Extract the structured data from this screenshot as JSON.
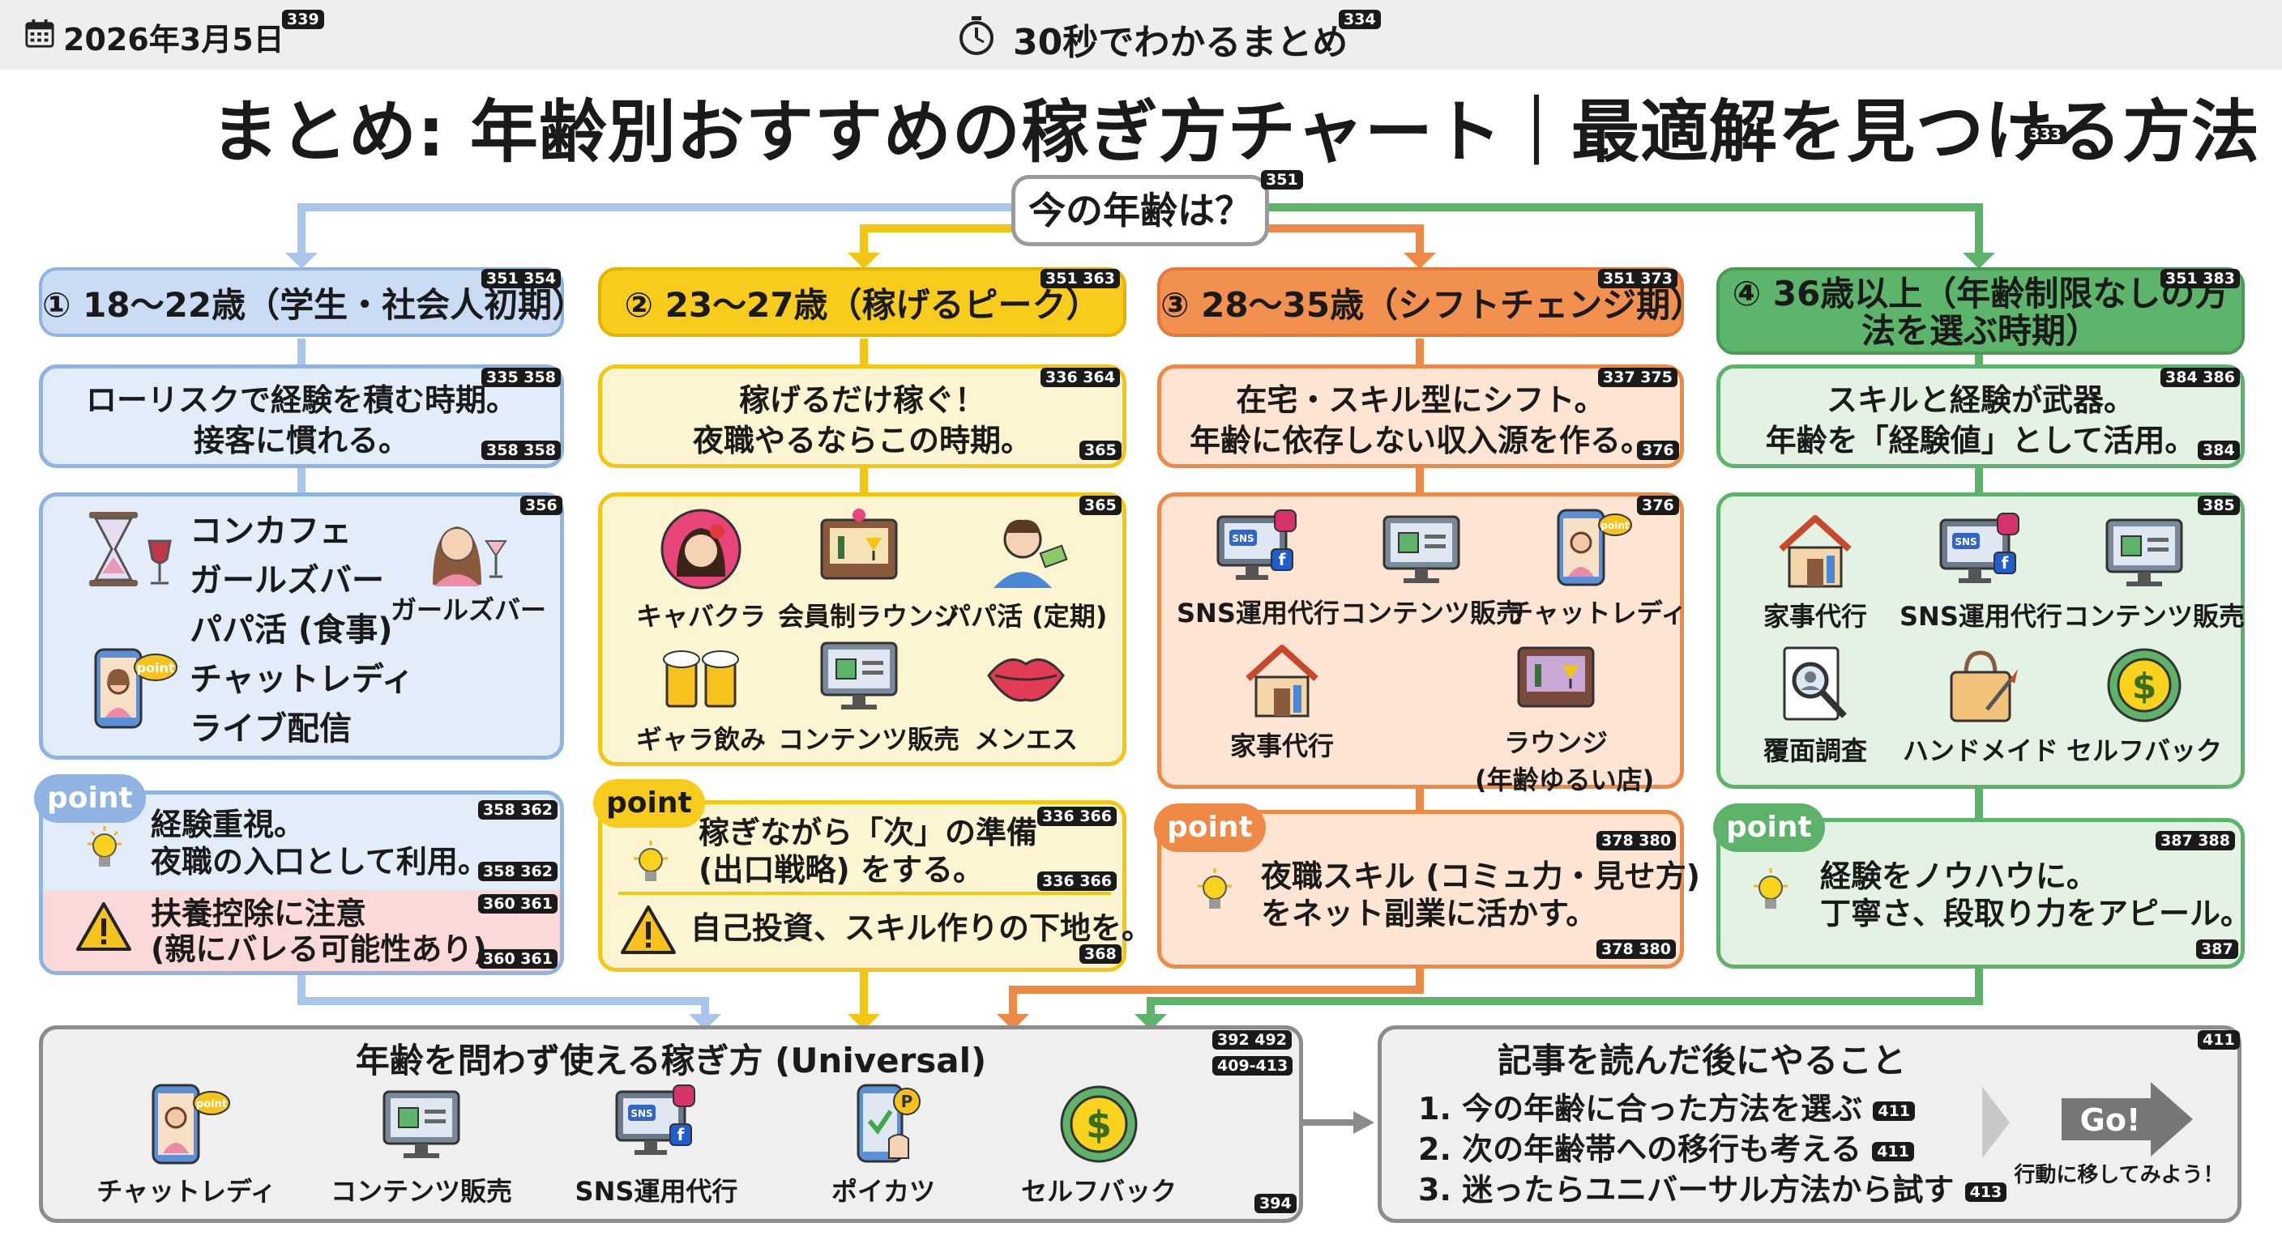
{
  "header": {
    "date": "2026年3月5日",
    "date_badge": "339",
    "subtitle": "30秒でわかるまとめ",
    "subtitle_badge": "334",
    "title": "まとめ: 年齢別おすすめの稼ぎ方チャート｜最適解を見つける方法",
    "title_badge": "333"
  },
  "question": {
    "label": "今の年齢は？",
    "badge": "351"
  },
  "columns": [
    {
      "heading": "① 18〜22歳（学生・社会人初期）",
      "heading_badges": "351 354",
      "desc_line1": "ローリスクで経験を積む時期。",
      "desc_line2": "接客に慣れる。",
      "desc_badge_top": "335 358",
      "desc_badge_bottom": "358 358",
      "items_badge": "356",
      "list": [
        "コンカフェ",
        "ガールズバー",
        "パパ活 (食事)",
        "チャットレディ",
        "ライブ配信"
      ],
      "side_label": "ガールズバー",
      "point_label": "point",
      "point_line1": "経験重視。",
      "point_line2": "夜職の入口として利用。",
      "point_badge_top": "358 362",
      "point_badge_mid": "358 362",
      "warn_line1": "扶養控除に注意",
      "warn_line2": "(親にバレる可能性あり)",
      "warn_badge_top": "360 361",
      "warn_badge_bottom": "360 361"
    },
    {
      "heading": "② 23〜27歳（稼げるピーク）",
      "heading_badges": "351 363",
      "desc_line1": "稼げるだけ稼ぐ！",
      "desc_line2": "夜職やるならこの時期。",
      "desc_badge_top": "336 364",
      "desc_badge_bottom": "365",
      "items_badge": "365",
      "items": [
        "キャバクラ",
        "会員制ラウンジ",
        "パパ活 (定期)",
        "ギャラ飲み",
        "コンテンツ販売",
        "メンエス"
      ],
      "point_label": "point",
      "point_line1": "稼ぎながら「次」の準備",
      "point_line2": "(出口戦略) をする。",
      "point_badge_top": "336 366",
      "point_badge_mid": "336 366",
      "warn_line1": "自己投資、スキル作りの下地を。",
      "warn_badge": "368"
    },
    {
      "heading": "③ 28〜35歳（シフトチェンジ期）",
      "heading_badges": "351 373",
      "desc_line1": "在宅・スキル型にシフト。",
      "desc_line2": "年齢に依存しない収入源を作る。",
      "desc_badge_top": "337 375",
      "desc_badge_bottom": "376",
      "items_badge": "376",
      "items": [
        "SNS運用代行",
        "コンテンツ販売",
        "チャットレディ",
        "家事代行",
        "ラウンジ",
        "(年齢ゆるい店)"
      ],
      "point_label": "point",
      "point_line1": "夜職スキル (コミュ力・見せ方)",
      "point_line2": "をネット副業に活かす。",
      "point_badge_top": "378 380",
      "point_badge_bottom": "378 380"
    },
    {
      "heading_line1": "④ 36歳以上（年齢制限なしの方",
      "heading_line2": "法を選ぶ時期）",
      "heading_badges": "351 383",
      "desc_line1": "スキルと経験が武器。",
      "desc_line2": "年齢を「経験値」として活用。",
      "desc_badge_top": "384 386",
      "desc_badge_bottom": "384",
      "items_badge": "385",
      "items": [
        "家事代行",
        "SNS運用代行",
        "コンテンツ販売",
        "覆面調査",
        "ハンドメイド",
        "セルフバック"
      ],
      "point_label": "point",
      "point_line1": "経験をノウハウに。",
      "point_line2": "丁寧さ、段取り力をアピール。",
      "point_badge_top": "387 388",
      "point_badge_bottom": "387"
    }
  ],
  "universal": {
    "title": "年齢を問わず使える稼ぎ方 (Universal)",
    "badge1": "392 492",
    "badge2": "409-413",
    "badge3": "394",
    "items": [
      "チャットレディ",
      "コンテンツ販売",
      "SNS運用代行",
      "ポイカツ",
      "セルフバック"
    ]
  },
  "next_steps": {
    "title": "記事を読んだ後にやること",
    "badge": "411",
    "steps": [
      "1. 今の年齢に合った方法を選ぶ",
      "2. 次の年齢帯への移行も考える",
      "3. 迷ったらユニバーサル方法から試す"
    ],
    "step_badges": [
      "411",
      "411",
      "413"
    ],
    "go_label": "Go!",
    "go_caption": "行動に移してみよう！"
  },
  "icon_texts": {
    "sns": "SNS",
    "point": "point",
    "dollar": "$",
    "p": "P",
    "f": "f"
  },
  "colors": {
    "blue": "#8fb4e3",
    "blue_bg": "#e3edf9",
    "blue_head": "#c9dcf3",
    "yellow": "#f3c613",
    "yellow_bg": "#fdf5d2",
    "yellow_head": "#f8cc1c",
    "orange": "#ee8a46",
    "orange_bg": "#fde4d3",
    "orange_head": "#f2914f",
    "green": "#5db36a",
    "green_bg": "#e3f2e3",
    "green_head": "#5cb56a",
    "gray": "#8c8c8c",
    "gray_bg": "#efefef",
    "warn_bg": "#fbd9d9"
  }
}
